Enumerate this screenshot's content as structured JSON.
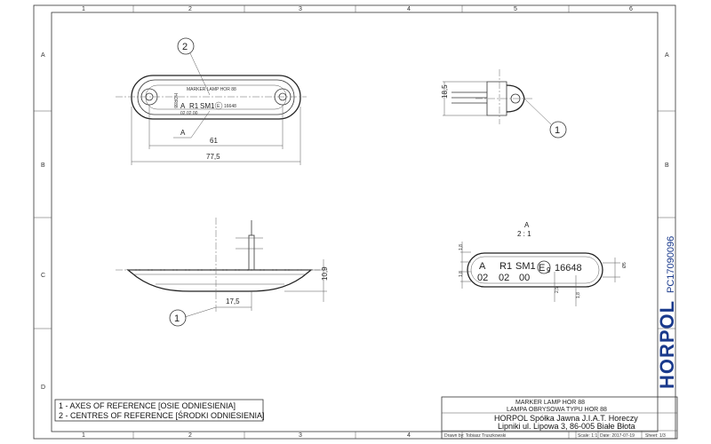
{
  "grid": {
    "columns": [
      "1",
      "2",
      "3",
      "4",
      "5",
      "6"
    ],
    "rows": [
      "A",
      "B",
      "C",
      "D"
    ]
  },
  "views": {
    "top": {
      "callout_2": "2",
      "lamp_text_line1": "MARKER LAMP HOR 88",
      "lamp_mark_a": "A",
      "lamp_mark_r1": "R1",
      "lamp_mark_sm1": "SM1",
      "lamp_mark_e": "E",
      "lamp_mark_num": "16648",
      "lamp_row2": "02  02  00",
      "side_mark": "HOR88",
      "section_label": "A",
      "dim_inner": "61",
      "dim_outer": "77,5"
    },
    "side_right": {
      "dim_height": "18,5",
      "callout_1": "1"
    },
    "front": {
      "dim_height": "10,9",
      "dim_offset": "17,5",
      "callout_1": "1"
    },
    "detail": {
      "title_a": "A",
      "scale": "2 : 1",
      "mark_a": "A",
      "mark_r1": "R1",
      "mark_sm1": "SM1",
      "mark_e": "E",
      "mark_e_num": "9",
      "mark_code": "16648",
      "row2_a": "02",
      "row2_b": "02",
      "row2_c": "00",
      "dim_18a": "1,8",
      "dim_18b": "1,8",
      "dim_18c": "1,8",
      "dim_25": "2,5",
      "dim_d5": "Ø5"
    }
  },
  "legend": {
    "line1": "1 - AXES OF REFERENCE [OSIE ODNIESIENIA]",
    "line2": "2 - CENTRES OF REFERENCE [ŚRODKI ODNIESIENIA]"
  },
  "title_block": {
    "name_en": "MARKER LAMP HOR 88",
    "name_pl": "LAMPA OBRYSOWA TYPU HOR 88",
    "company": "HORPOL Spółka Jawna   J.I.A.T. Horeczy",
    "address": "Lipniki ul. Lipowa 3, 86-005 Białe Błota",
    "drawn_by": "Drawn by:  Tobiasz Truszkowski",
    "scale": "Scale: 1:1",
    "date": "Date: 2017-07-19",
    "sheet": "Sheet: 1/3"
  },
  "brand": {
    "logo": "HORPOL",
    "code": "PC17090096",
    "color": "#1a3a8c"
  }
}
